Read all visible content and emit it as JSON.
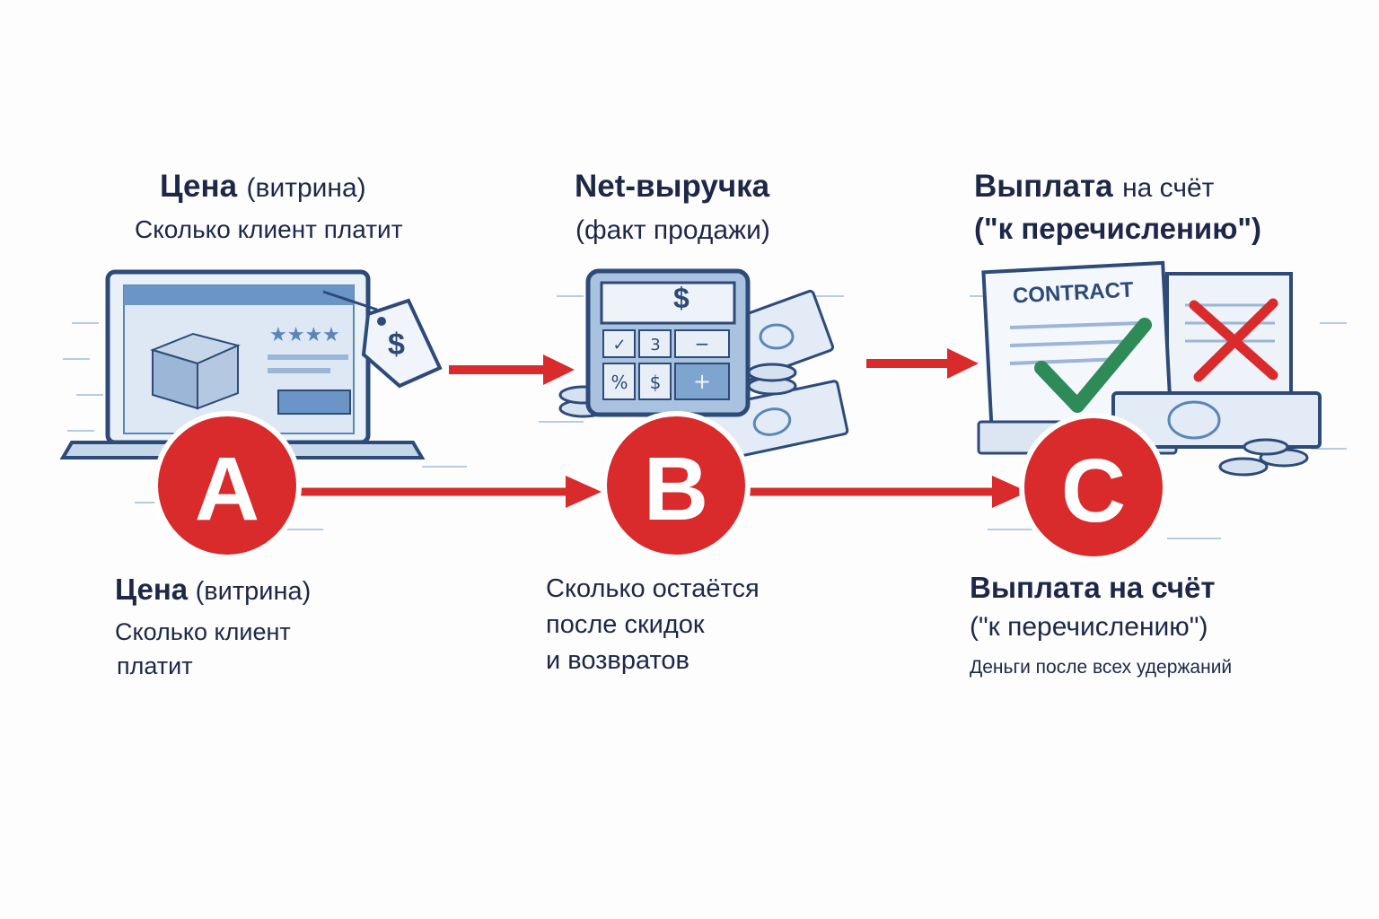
{
  "stage_a": {
    "top_title_bold": "Цена",
    "top_title_rest": "(витрина)",
    "top_subtitle": "Сколько клиент платит",
    "letter": "A",
    "bottom_title_bold": "Цена",
    "bottom_title_rest": "(витрина)",
    "bottom_line1": "Сколько клиент",
    "bottom_line2": "платит",
    "tag_symbol": "$"
  },
  "stage_b": {
    "top_title": "Net-выручка",
    "top_subtitle": "(факт продажи)",
    "letter": "B",
    "bottom_line1": "Сколько остаётся",
    "bottom_line2": "после скидок",
    "bottom_line3": "и возвратов",
    "calc_symbol": "$"
  },
  "stage_c": {
    "top_title_bold": "Выплата",
    "top_title_rest": "на счёт",
    "top_subtitle": "(\"к перечислению\")",
    "letter": "C",
    "bottom_title": "Выплата на счёт",
    "bottom_subtitle": "(\"к перечислению\")",
    "bottom_note": "Деньги после всех удержаний",
    "contract_label": "CONTRACT"
  },
  "colors": {
    "accent_red": "#d92b2b",
    "navy": "#1e2747",
    "blue_sketch": "#5b86b8",
    "green_check": "#2e8b57"
  }
}
